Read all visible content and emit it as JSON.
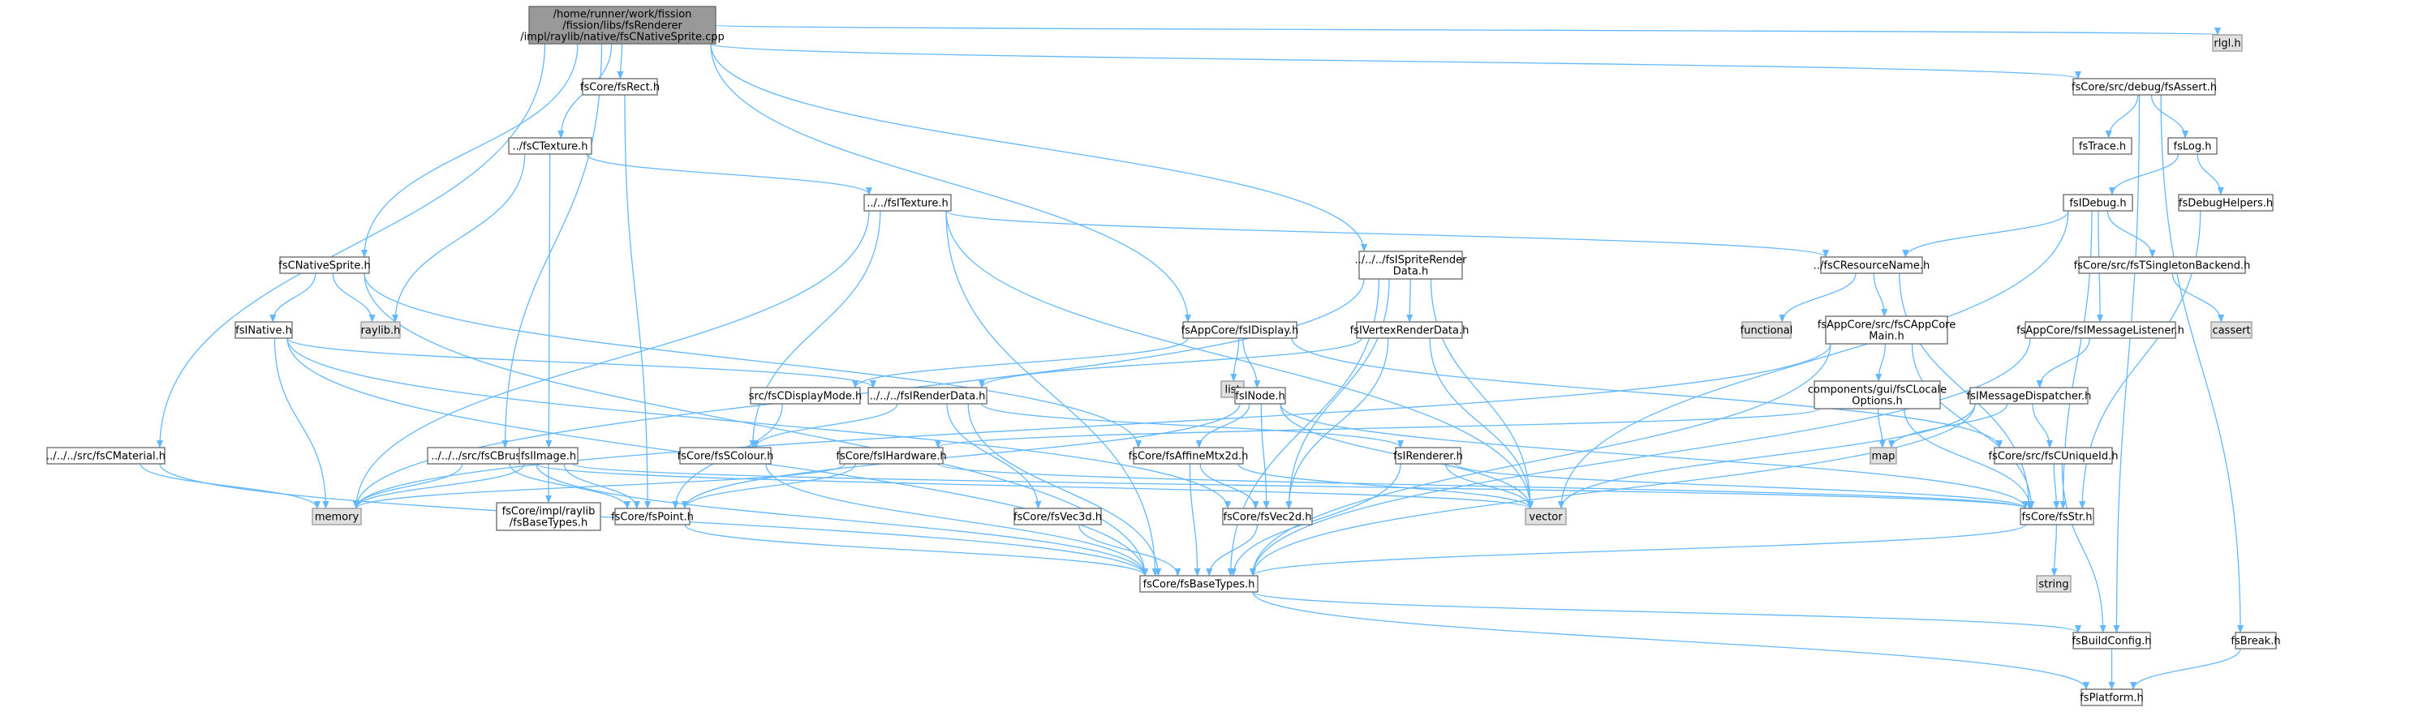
{
  "colors": {
    "edge": "#63b8ff",
    "node_border": "#666666",
    "system_fill": "#e0e0e0",
    "root_fill": "#999999"
  },
  "nodes": [
    {
      "id": "root",
      "kind": "root",
      "label": [
        "/home/runner/work/fission",
        "/fission/libs/fsRenderer",
        "/impl/raylib/native/fsCNativeSprite.cpp"
      ]
    },
    {
      "id": "rlgl",
      "kind": "system",
      "label": [
        "rlgl.h"
      ]
    },
    {
      "id": "rect",
      "kind": "file",
      "label": [
        "fsCore/fsRect.h"
      ]
    },
    {
      "id": "assert",
      "kind": "file",
      "label": [
        "fsCore/src/debug/fsAssert.h"
      ]
    },
    {
      "id": "ctexture",
      "kind": "file",
      "label": [
        "../fsCTexture.h"
      ]
    },
    {
      "id": "trace",
      "kind": "file",
      "label": [
        "fsTrace.h"
      ]
    },
    {
      "id": "log",
      "kind": "file",
      "label": [
        "fsLog.h"
      ]
    },
    {
      "id": "itexture",
      "kind": "file",
      "label": [
        "../../fsITexture.h"
      ]
    },
    {
      "id": "debug",
      "kind": "file",
      "label": [
        "fsIDebug.h"
      ]
    },
    {
      "id": "debughelpers",
      "kind": "file",
      "label": [
        "fsDebugHelpers.h"
      ]
    },
    {
      "id": "spriterender",
      "kind": "file",
      "label": [
        "../../../fsISpriteRender",
        "Data.h"
      ]
    },
    {
      "id": "cnativesprite",
      "kind": "file",
      "label": [
        "fsCNativeSprite.h"
      ]
    },
    {
      "id": "resname",
      "kind": "file",
      "label": [
        "../fsCResourceName.h"
      ]
    },
    {
      "id": "tsingleton",
      "kind": "file",
      "label": [
        "fsCore/src/fsTSingletonBackend.h"
      ]
    },
    {
      "id": "raylib",
      "kind": "system",
      "label": [
        "raylib.h"
      ]
    },
    {
      "id": "cassert",
      "kind": "system",
      "label": [
        "cassert"
      ]
    },
    {
      "id": "functional",
      "kind": "system",
      "label": [
        "functional"
      ]
    },
    {
      "id": "idisplay",
      "kind": "file",
      "label": [
        "fsAppCore/fsIDisplay.h"
      ]
    },
    {
      "id": "vertexrender",
      "kind": "file",
      "label": [
        "fsIVertexRenderData.h"
      ]
    },
    {
      "id": "inative",
      "kind": "file",
      "label": [
        "fsINative.h"
      ]
    },
    {
      "id": "capcoremain",
      "kind": "file",
      "label": [
        "fsAppCore/src/fsCAppCore",
        "Main.h"
      ]
    },
    {
      "id": "imsglistener",
      "kind": "file",
      "label": [
        "fsAppCore/fsIMessageListener.h"
      ]
    },
    {
      "id": "list",
      "kind": "system",
      "label": [
        "list"
      ]
    },
    {
      "id": "cdisplaymode",
      "kind": "file",
      "label": [
        "src/fsCDisplayMode.h"
      ]
    },
    {
      "id": "irenderdata",
      "kind": "file",
      "label": [
        "../../../fsIRenderData.h"
      ]
    },
    {
      "id": "inode",
      "kind": "file",
      "label": [
        "fsINode.h"
      ]
    },
    {
      "id": "clocale",
      "kind": "file",
      "label": [
        "components/gui/fsCLocale",
        "Options.h"
      ]
    },
    {
      "id": "imsgdispatcher",
      "kind": "file",
      "label": [
        "fsIMessageDispatcher.h"
      ]
    },
    {
      "id": "map",
      "kind": "system",
      "label": [
        "map"
      ]
    },
    {
      "id": "cmaterial",
      "kind": "file",
      "label": [
        "../../../src/fsCMaterial.h"
      ]
    },
    {
      "id": "cbrush",
      "kind": "file",
      "label": [
        "../../../src/fsCBrush.h"
      ]
    },
    {
      "id": "iimage",
      "kind": "file",
      "label": [
        "fsIImage.h"
      ]
    },
    {
      "id": "scolour",
      "kind": "file",
      "label": [
        "fsCore/fsSColour.h"
      ]
    },
    {
      "id": "ihardware",
      "kind": "file",
      "label": [
        "fsCore/fsIHardware.h"
      ]
    },
    {
      "id": "affine",
      "kind": "file",
      "label": [
        "fsCore/fsAffineMtx2d.h"
      ]
    },
    {
      "id": "irenderer",
      "kind": "file",
      "label": [
        "fsIRenderer.h"
      ]
    },
    {
      "id": "cuniqueid",
      "kind": "file",
      "label": [
        "fsCore/src/fsCUniqueId.h"
      ]
    },
    {
      "id": "memory",
      "kind": "system",
      "label": [
        "memory"
      ]
    },
    {
      "id": "point",
      "kind": "file",
      "label": [
        "fsCore/fsPoint.h"
      ]
    },
    {
      "id": "implbase",
      "kind": "file",
      "label": [
        "fsCore/impl/raylib",
        "/fsBaseTypes.h"
      ]
    },
    {
      "id": "vec3d",
      "kind": "file",
      "label": [
        "fsCore/fsVec3d.h"
      ]
    },
    {
      "id": "vec2d",
      "kind": "file",
      "label": [
        "fsCore/fsVec2d.h"
      ]
    },
    {
      "id": "vector",
      "kind": "system",
      "label": [
        "vector"
      ]
    },
    {
      "id": "fsstr",
      "kind": "file",
      "label": [
        "fsCore/fsStr.h"
      ]
    },
    {
      "id": "string",
      "kind": "system",
      "label": [
        "string"
      ]
    },
    {
      "id": "basetypes",
      "kind": "file",
      "label": [
        "fsCore/fsBaseTypes.h"
      ]
    },
    {
      "id": "buildconfig",
      "kind": "file",
      "label": [
        "fsBuildConfig.h"
      ]
    },
    {
      "id": "break",
      "kind": "file",
      "label": [
        "fsBreak.h"
      ]
    },
    {
      "id": "platform",
      "kind": "file",
      "label": [
        "fsPlatform.h"
      ]
    }
  ]
}
